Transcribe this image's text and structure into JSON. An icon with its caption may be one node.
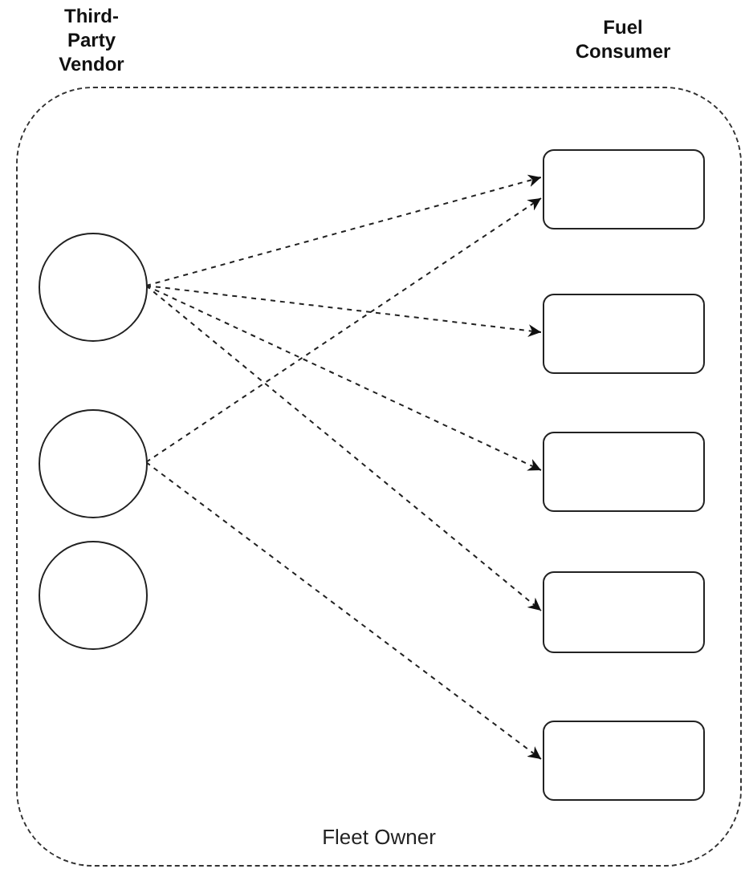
{
  "diagram": {
    "nodes": [
      {
        "text": [
          "Fleet Owner"
        ]
      },
      {
        "text": [],
        "shape": "circle",
        "in": 0
      },
      {
        "text": [],
        "shape": "circle",
        "in": 0
      },
      {
        "text": [],
        "shape": "circle",
        "in": 0
      },
      {
        "text": [],
        "shape": "box",
        "in": 0
      },
      {
        "text": [],
        "shape": "box",
        "in": 0
      },
      {
        "text": [],
        "shape": "box",
        "in": 0
      },
      {
        "text": [],
        "shape": "box",
        "in": 0
      },
      {
        "text": [],
        "shape": "box",
        "in": 0
      }
    ],
    "edges": [
      {
        "from": 1,
        "to": 4,
        "arrow": "to",
        "style": "dashed"
      },
      {
        "from": 1,
        "to": 5,
        "arrow": "to",
        "style": "dashed"
      },
      {
        "from": 1,
        "to": 6,
        "arrow": "to",
        "style": "dashed"
      },
      {
        "from": 1,
        "to": 7,
        "arrow": "to",
        "style": "dashed"
      },
      {
        "from": 2,
        "to": 4,
        "arrow": "to",
        "style": "dashed"
      },
      {
        "from": 2,
        "to": 8,
        "arrow": "to",
        "style": "dashed"
      }
    ],
    "labels": [
      "Third-Party Vendor",
      "Fuel Consumer"
    ]
  }
}
